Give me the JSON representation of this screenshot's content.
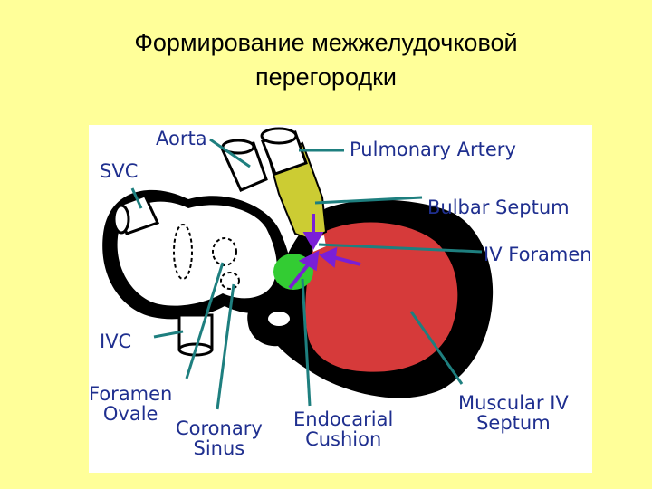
{
  "slide": {
    "title_line1": "Формирование межжелудочковой",
    "title_line2": "перегородки"
  },
  "labels": {
    "aorta": "Aorta",
    "pulmonary_artery": "Pulmonary Artery",
    "svc": "SVC",
    "bulbar_septum": "Bulbar Septum",
    "iv_foramen": "IV Foramen",
    "ivc": "IVC",
    "foramen_ovale_1": "Foramen",
    "foramen_ovale_2": "Ovale",
    "coronary_sinus_1": "Coronary",
    "coronary_sinus_2": "Sinus",
    "endocardial_cushion_1": "Endocarial",
    "endocardial_cushion_2": "Cushion",
    "muscular_iv_septum_1": "Muscular IV",
    "muscular_iv_septum_2": "Septum"
  },
  "colors": {
    "background": "#FFFF99",
    "label_text": "#1F2F8F",
    "leader_line": "#1E7F7F",
    "septum_red": "#D63A3A",
    "bulbar_yellow": "#CCCC33",
    "cushion_green": "#33CC33",
    "arrow_purple": "#7A1FD6"
  }
}
